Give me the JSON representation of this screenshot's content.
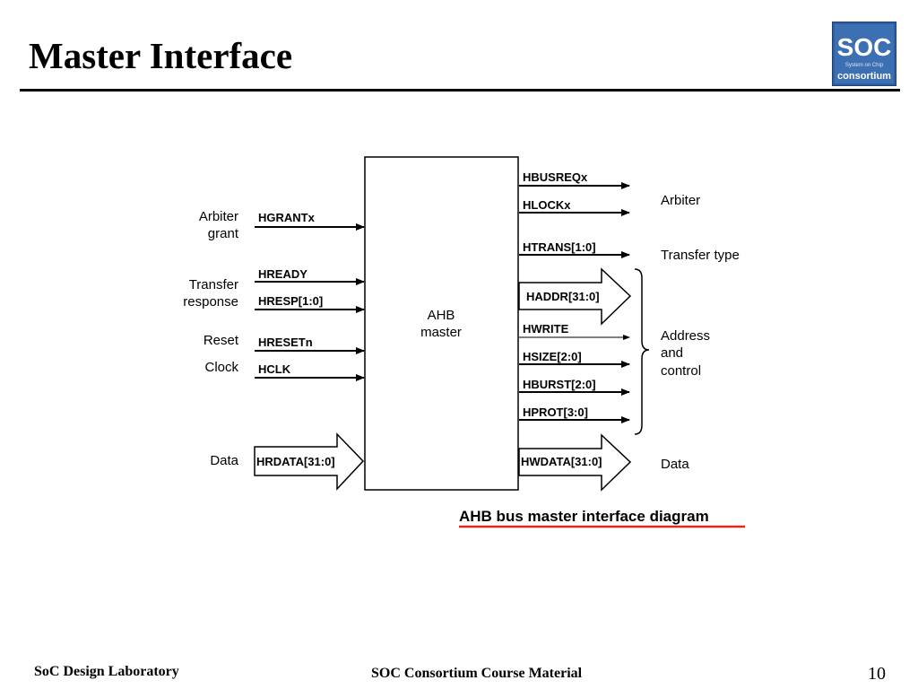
{
  "slide": {
    "title": "Master Interface",
    "footer_left": "SoC Design Laboratory",
    "footer_center": "SOC Consortium Course Material",
    "page_number": "10"
  },
  "logo": {
    "big": "SOC",
    "small": "System on Chip",
    "bottom": "consortium"
  },
  "diagram": {
    "block_line1": "AHB",
    "block_line2": "master",
    "caption": "AHB bus master interface diagram",
    "left_groups": {
      "arbiter_grant_1": "Arbiter",
      "arbiter_grant_2": "grant",
      "transfer_response_1": "Transfer",
      "transfer_response_2": "response",
      "reset": "Reset",
      "clock": "Clock",
      "data": "Data"
    },
    "inputs": {
      "hgrantx": "HGRANTx",
      "hready": "HREADY",
      "hresp": "HRESP[1:0]",
      "hresetn": "HRESETn",
      "hclk": "HCLK",
      "hrdata": "HRDATA[31:0]"
    },
    "outputs": {
      "hbusreqx": "HBUSREQx",
      "hlockx": "HLOCKx",
      "htrans": "HTRANS[1:0]",
      "haddr": "HADDR[31:0]",
      "hwrite": "HWRITE",
      "hsize": "HSIZE[2:0]",
      "hburst": "HBURST[2:0]",
      "hprot": "HPROT[3:0]",
      "hwdata": "HWDATA[31:0]"
    },
    "right_groups": {
      "arbiter": "Arbiter",
      "transfer_type": "Transfer type",
      "address_1": "Address",
      "address_2": "and",
      "address_3": "control",
      "data": "Data"
    }
  }
}
